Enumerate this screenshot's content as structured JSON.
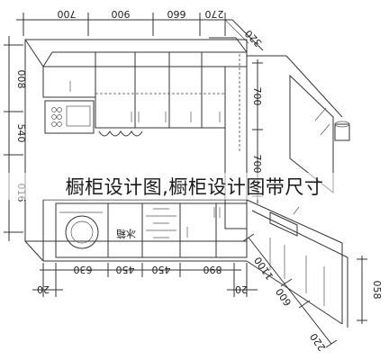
{
  "caption": "橱柜设计图,橱柜设计图带尺寸",
  "dimensions": {
    "top": [
      "700",
      "900",
      "660",
      "270"
    ],
    "top_diagonal": "320",
    "left": [
      "008",
      "540",
      "016"
    ],
    "right_wall": [
      "700",
      "700"
    ],
    "bottom": [
      "630",
      "450",
      "450",
      "890"
    ],
    "bottom_small_left": "20",
    "bottom_small_right": "20",
    "diagonal_run": "1100",
    "diagonal_depth": "600",
    "diagonal_end": "220",
    "right_height": "058"
  },
  "labels": {
    "fridge_text": "冰箱"
  }
}
